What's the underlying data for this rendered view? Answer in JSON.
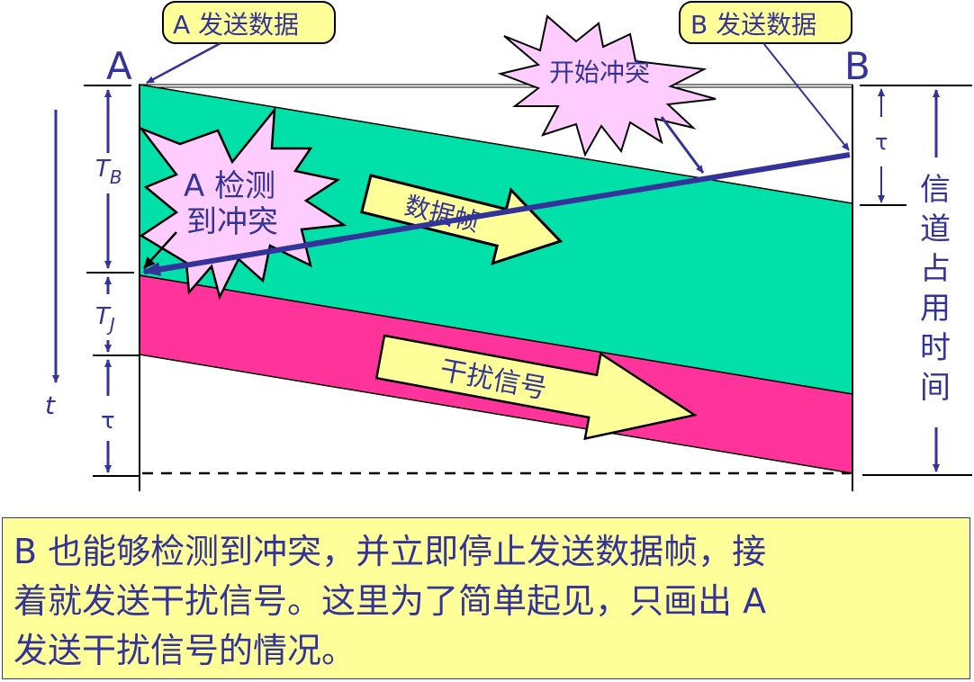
{
  "colors": {
    "label_blue": "#333399",
    "data_frame_fill": "#00e0a8",
    "jam_signal_fill": "#ff3399",
    "callout_yellow": "#ffff99",
    "burst_pink": "#ffccff",
    "line_black": "#000000"
  },
  "stations": {
    "a_label": "A",
    "b_label": "B"
  },
  "callouts": {
    "a_send": "A 发送数据",
    "b_send": "B 发送数据"
  },
  "bursts": {
    "collision_start": "开始冲突",
    "a_detect_line1": "A 检测",
    "a_detect_line2": "到冲突"
  },
  "arrows": {
    "data_frame": "数据帧",
    "jam_signal": "干扰信号"
  },
  "left_axis": {
    "time_label": "t",
    "tb_main": "T",
    "tb_sub": "B",
    "tj_main": "T",
    "tj_sub": "J",
    "tau": "τ"
  },
  "right_axis": {
    "tau": "τ",
    "channel_occupancy": [
      "信",
      "道",
      "占",
      "用",
      "时",
      "间"
    ]
  },
  "note": {
    "lines": [
      "B 也能够检测到冲突，并立即停止发送数据帧，接",
      "着就发送干扰信号。这里为了简单起见，只画出 A",
      "发送干扰信号的情况。"
    ]
  }
}
